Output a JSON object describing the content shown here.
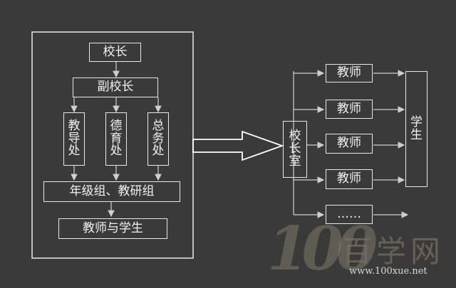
{
  "left_panel": {
    "principal": "校长",
    "vice_principal": "副校长",
    "departments": [
      "教\n导\n处",
      "德\n育\n处",
      "总\n务\n处"
    ],
    "groups": "年级组、教研组",
    "teachers_students": "教师与学生"
  },
  "right_panel": {
    "principal_office": "校\n长\n室",
    "teachers": [
      "教师",
      "教师",
      "教师",
      "教师",
      "……"
    ],
    "students": "学\n生"
  },
  "watermark": {
    "number": "100",
    "name": "百学网",
    "url": "www.100xue.net"
  },
  "colors": {
    "background": "#3a3a3a",
    "line": "#e8e8e8",
    "text": "#f2f2f2"
  }
}
